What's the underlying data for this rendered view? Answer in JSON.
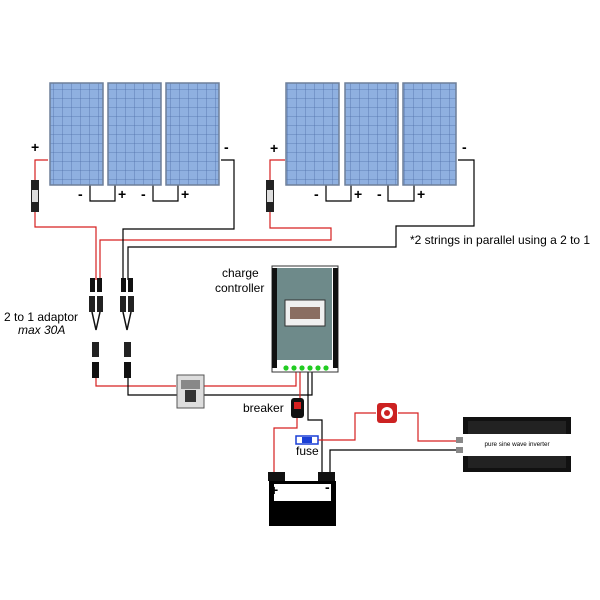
{
  "labels": {
    "plus": "+",
    "minus": "-",
    "charge_controller_line1": "charge",
    "charge_controller_line2": "controller",
    "adaptor_line1": "2 to 1 adaptor",
    "adaptor_line2": "max 30A",
    "parallel_note": "*2 strings in parallel using a 2 to 1",
    "breaker": "breaker",
    "fuse": "fuse",
    "inverter": "pure sine wave inverter"
  },
  "colors": {
    "panel_fill": "#8fb0e0",
    "panel_grid": "#4f6fa8",
    "panel_frame": "#6d7f99",
    "wire_positive": "#d62020",
    "wire_negative": "#000000",
    "controller_body": "#6e8a8a",
    "led_green": "#22cc22",
    "battery_body": "#000000",
    "inverter_body": "#111111",
    "switch_red": "#cc2222"
  }
}
